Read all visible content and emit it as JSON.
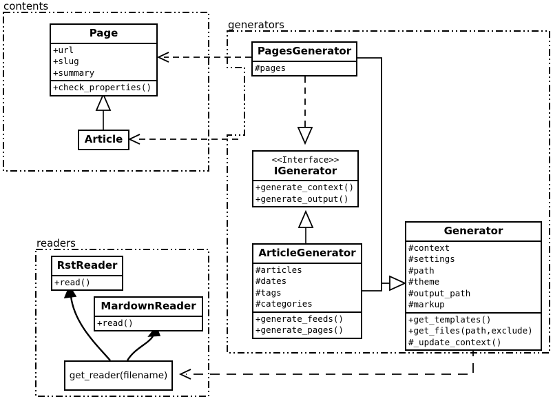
{
  "diagram": {
    "type": "uml-class-diagram",
    "packages": [
      {
        "name": "contents",
        "label": "contents"
      },
      {
        "name": "generators",
        "label": "generators"
      },
      {
        "name": "readers",
        "label": "readers"
      }
    ]
  },
  "classes": {
    "page": {
      "title": "Page",
      "attributes": [
        "+url",
        "+slug",
        "+summary"
      ],
      "methods": [
        "+check_properties()"
      ]
    },
    "article": {
      "title": "Article",
      "attributes": [],
      "methods": []
    },
    "pages_generator": {
      "title": "PagesGenerator",
      "attributes": [
        "#pages"
      ],
      "methods": []
    },
    "igenerator": {
      "stereotype": "<<Interface>>",
      "title": "IGenerator",
      "attributes": [],
      "methods": [
        "+generate_context()",
        "+generate_output()"
      ]
    },
    "article_generator": {
      "title": "ArticleGenerator",
      "attributes": [
        "#articles",
        "#dates",
        "#tags",
        "#categories"
      ],
      "methods": [
        "+generate_feeds()",
        "+generate_pages()"
      ]
    },
    "generator": {
      "title": "Generator",
      "attributes": [
        "#context",
        "#settings",
        "#path",
        "#theme",
        "#output_path",
        "#markup"
      ],
      "methods": [
        "+get_templates()",
        "+get_files(path,exclude)",
        "#_update_context()"
      ]
    },
    "rst_reader": {
      "title": "RstReader",
      "attributes": [],
      "methods": [
        "+read()"
      ]
    },
    "mardown_reader": {
      "title": "MardownReader",
      "attributes": [],
      "methods": [
        "+read()"
      ]
    },
    "get_reader": {
      "title": "get_reader(filename)"
    }
  },
  "colors": {
    "stroke": "#000000",
    "background": "#ffffff"
  }
}
